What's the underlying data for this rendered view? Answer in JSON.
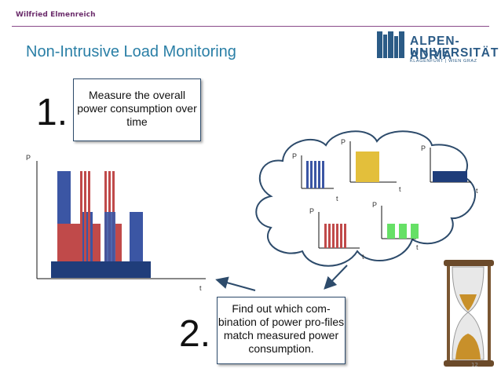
{
  "header": {
    "author": "Wilfried Elmenreich",
    "title": "Non-Intrusive Load Monitoring"
  },
  "logo": {
    "line1": "ALPEN-ADRIA",
    "line2": "UNIVERSITÄT",
    "line3": "KLAGENFURT | WIEN GRAZ"
  },
  "step1": {
    "number": "1.",
    "text": "Measure the overall power consumption over time"
  },
  "step2": {
    "number": "2.",
    "text": "Find out which com-bination of power pro-files match measured power consumption."
  },
  "axis": {
    "p": "P",
    "t": "t"
  },
  "page_number": "12",
  "colors": {
    "blue": "#3b56a4",
    "red": "#c04a4a",
    "darkblue": "#1f3d7a",
    "yellow": "#e3bf3b",
    "green": "#66e066",
    "purple": "#6b2c6b",
    "title": "#2a7fa6"
  }
}
